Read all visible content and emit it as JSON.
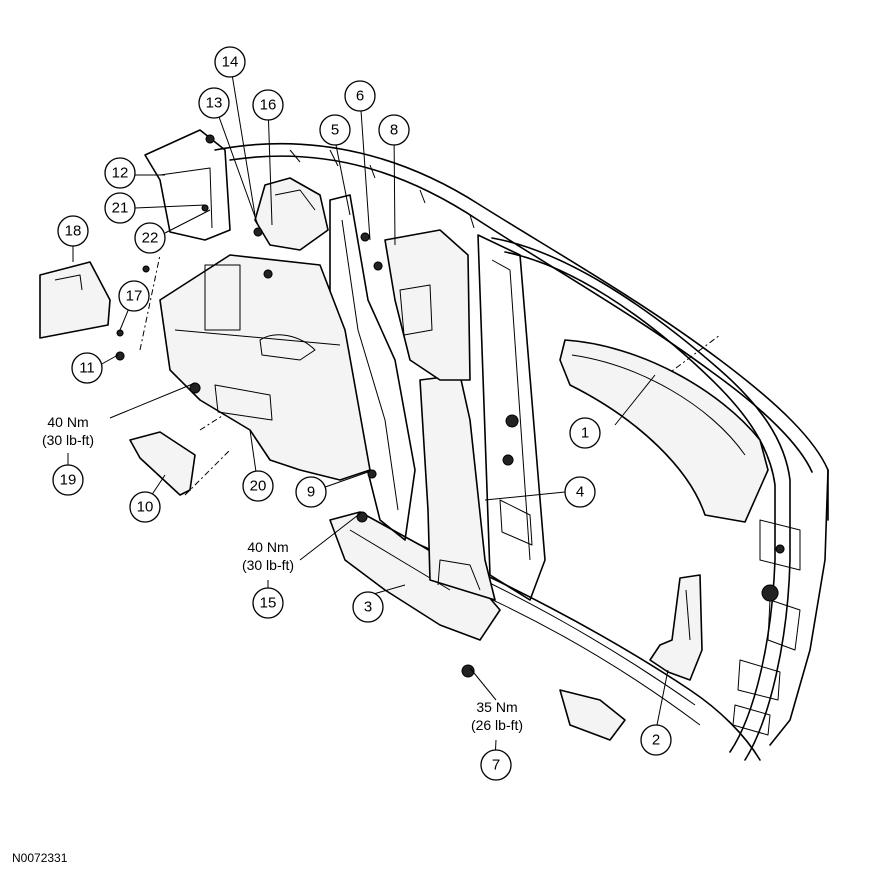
{
  "callouts": [
    {
      "label": "1"
    },
    {
      "label": "2"
    },
    {
      "label": "3"
    },
    {
      "label": "4"
    },
    {
      "label": "5"
    },
    {
      "label": "6"
    },
    {
      "label": "7"
    },
    {
      "label": "8"
    },
    {
      "label": "9"
    },
    {
      "label": "10"
    },
    {
      "label": "11"
    },
    {
      "label": "12"
    },
    {
      "label": "13"
    },
    {
      "label": "14"
    },
    {
      "label": "15"
    },
    {
      "label": "16"
    },
    {
      "label": "17"
    },
    {
      "label": "18"
    },
    {
      "label": "19"
    },
    {
      "label": "20"
    },
    {
      "label": "21"
    },
    {
      "label": "22"
    }
  ],
  "torque_specs": [
    {
      "metric": "40 Nm",
      "imperial": "(30 lb-ft)"
    },
    {
      "metric": "40 Nm",
      "imperial": "(30 lb-ft)"
    },
    {
      "metric": "35 Nm",
      "imperial": "(26 lb-ft)"
    }
  ],
  "reference_code": "N0072331"
}
